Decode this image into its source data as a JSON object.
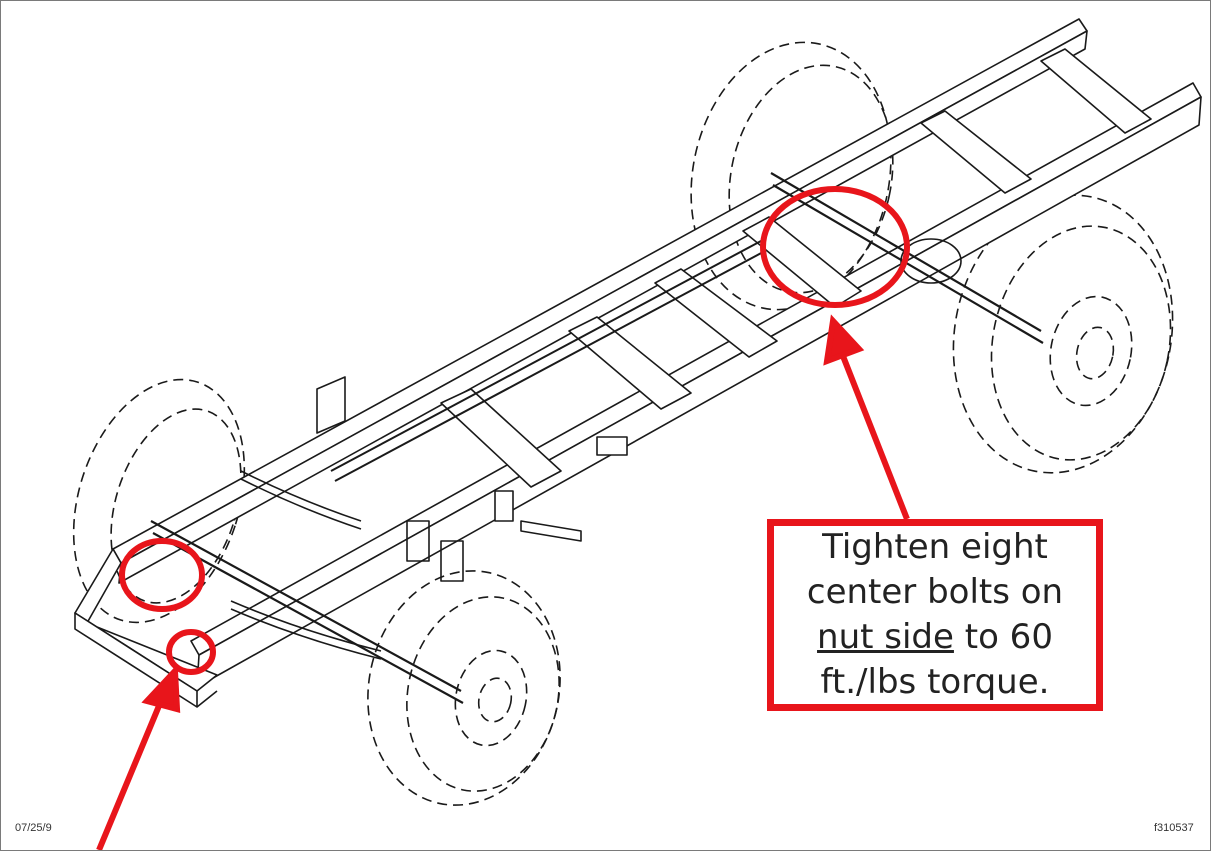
{
  "callout": {
    "line1": "Tighten eight",
    "line2": "center bolts on",
    "line3_underlined": "nut side",
    "line3_rest": " to 60",
    "line4": "ft./lbs torque."
  },
  "footer": {
    "date_code": "07/25/9",
    "figure_id": "f310537"
  },
  "colors": {
    "annotation_red": "#e8151b",
    "line_art": "#1a1a1a",
    "frame": "#7a7a7a"
  }
}
